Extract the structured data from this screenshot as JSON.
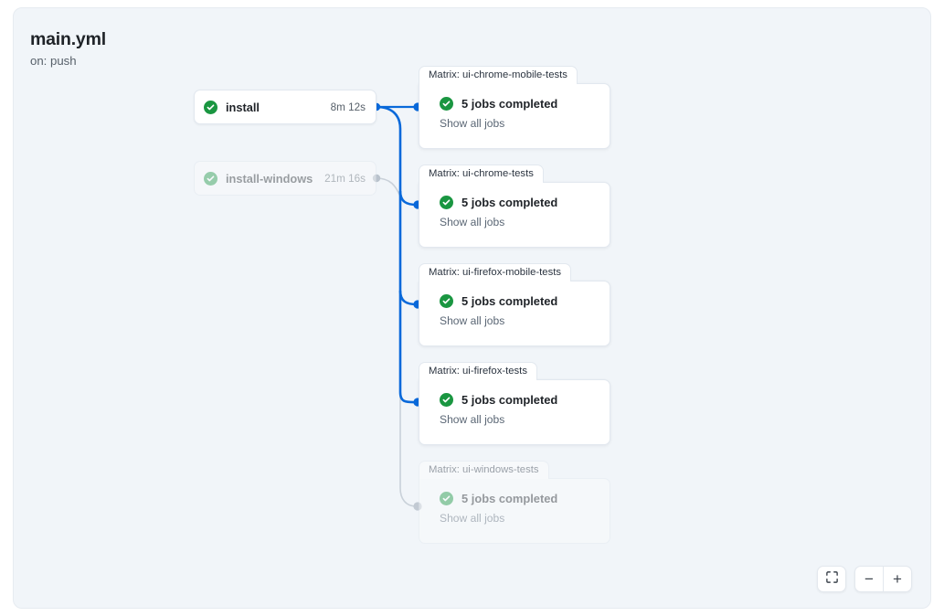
{
  "header": {
    "title": "main.yml",
    "trigger": "on: push"
  },
  "colors": {
    "canvas_bg": "#f1f5f9",
    "edge_active": "#0969da",
    "edge_muted": "#c9d1d9",
    "status_success": "#1a9641",
    "node_border": "#e2e8ef",
    "text_primary": "#1f2328",
    "text_muted": "#57606a"
  },
  "jobs": [
    {
      "name": "install",
      "duration": "8m 12s",
      "status_icon": "check-circle-icon",
      "dimmed": false
    },
    {
      "name": "install-windows",
      "duration": "21m 16s",
      "status_icon": "check-circle-icon",
      "dimmed": true
    }
  ],
  "matrix_groups": [
    {
      "tab_label": "Matrix: ui-chrome-mobile-tests",
      "status_icon": "check-circle-icon",
      "status_text": "5 jobs completed",
      "link_label": "Show all jobs",
      "dimmed": false
    },
    {
      "tab_label": "Matrix: ui-chrome-tests",
      "status_icon": "check-circle-icon",
      "status_text": "5 jobs completed",
      "link_label": "Show all jobs",
      "dimmed": false
    },
    {
      "tab_label": "Matrix: ui-firefox-mobile-tests",
      "status_icon": "check-circle-icon",
      "status_text": "5 jobs completed",
      "link_label": "Show all jobs",
      "dimmed": false
    },
    {
      "tab_label": "Matrix: ui-firefox-tests",
      "status_icon": "check-circle-icon",
      "status_text": "5 jobs completed",
      "link_label": "Show all jobs",
      "dimmed": false
    },
    {
      "tab_label": "Matrix: ui-windows-tests",
      "status_icon": "check-circle-icon",
      "status_text": "5 jobs completed",
      "link_label": "Show all jobs",
      "dimmed": true
    }
  ],
  "controls": {
    "fit_icon": "fit-to-screen-icon",
    "zoom_out_icon": "minus-icon",
    "zoom_out_label": "−",
    "zoom_in_icon": "plus-icon",
    "zoom_in_label": "+"
  }
}
